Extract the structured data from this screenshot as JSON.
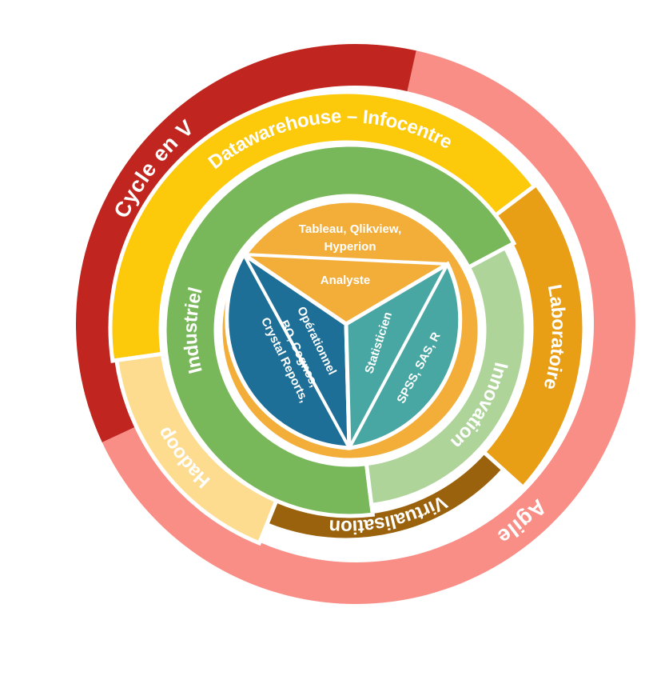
{
  "outer_ring": [
    {
      "label": "Cycle en V",
      "color": "#c0261f"
    },
    {
      "label": "Agile",
      "color": "#f98e87"
    }
  ],
  "middle_ring": [
    {
      "label": "Datawarehouse – Infocentre",
      "color": "#fcc90b"
    },
    {
      "label": "Laboratoire",
      "color": "#e89f16"
    },
    {
      "label": "Virtualisation",
      "color": "#9b620d"
    },
    {
      "label": "Hadoop",
      "color": "#fddc90"
    }
  ],
  "inner_ring": [
    {
      "label": "Industriel",
      "color": "#79b85a"
    },
    {
      "label": "Innovation",
      "color": "#aed49a"
    }
  ],
  "core": {
    "tools_top": [
      "Tableau, Qlikview,",
      "Hyperion"
    ],
    "analyste": "Analyste",
    "operationnel": "Opérationnel",
    "operationnel_tools": [
      "BO, Cognos,",
      "Crystal Reports,"
    ],
    "statisticien": "Statisticien",
    "statisticien_tools": "SPSS, SAS, R",
    "colors": {
      "analyste": "#f3ae3a",
      "operationnel": "#1d6f97",
      "statisticien": "#49a7a3"
    }
  }
}
